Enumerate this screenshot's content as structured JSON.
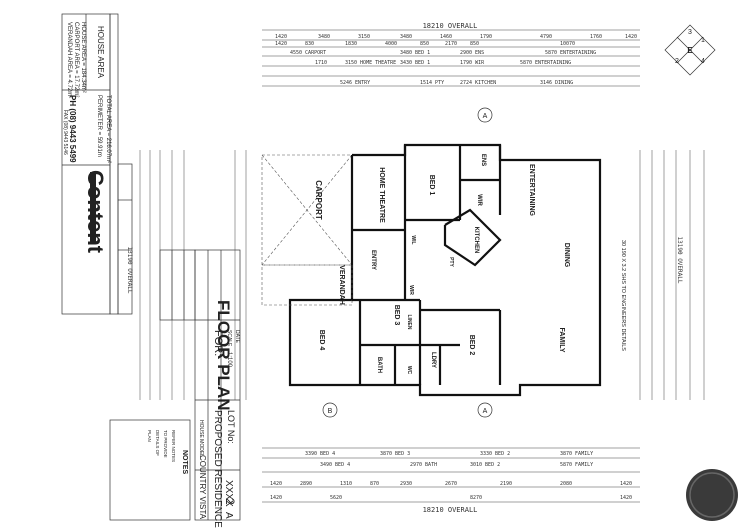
{
  "title_block": {
    "house_area_heading": "HOUSE AREA",
    "house_area": "HOUSE AREA = 184.34m²",
    "carport_area": "CARPORT AREA = 17.72m²",
    "verandah_area": "VERANDAH AREA = 4.72m²",
    "total_area": "TOTAL AREA = 216.07m²",
    "perimeter": "PERIMETER = 59.91m",
    "company": "Content",
    "phone": "PH (08) 9443 5499",
    "fax": "FAX (08) 9443 5146",
    "house_model_label": "HOUSE MODEL",
    "house_model": "COUNTRY VISTA",
    "proposed": "PROPOSED RESIDENCE @",
    "lot": "LOT No:",
    "for": "FOR:",
    "scale_label": "SCALE",
    "scale": "1:100",
    "date_label": "DATE",
    "sheet": "2",
    "rev": "A",
    "job": "XXXX"
  },
  "notes": {
    "heading": "NOTES",
    "lines": [
      "REFER NOTES",
      "TO PROVIDE",
      "DETAILS OF",
      "PLAN"
    ]
  },
  "plan_title": "FLOOR PLAN",
  "overall": {
    "top": "18210 OVERALL",
    "bottom": "18210 OVERALL",
    "left": "13190 OVERALL",
    "right": "13190 OVERALL"
  },
  "top_dims_row1": [
    "1420",
    "3480",
    "3150",
    "3480",
    "1460",
    "1790",
    "4790",
    "1760",
    "1420"
  ],
  "top_dims_row2": [
    "1420",
    "830",
    "1830",
    "4000",
    "850",
    "2170",
    "850",
    "10070"
  ],
  "top_dims_row3": [
    "4550 CARPORT",
    "3480 BED 1",
    "2900 ENS",
    "5870 ENTERTAINING"
  ],
  "top_dims_row4": [
    "1710",
    "3150 HOME THEATRE",
    "3430 BED 1",
    "1790 WIR",
    "5870 ENTERTAINING"
  ],
  "top_dims_row5": [
    "5246 ENTRY",
    "1514 PTY",
    "2724 KITCHEN",
    "3146 DINING"
  ],
  "bottom_dims_row1": [
    "3390 BED 4",
    "3870 BED 3",
    "3330 BED 2",
    "3870 FAMILY"
  ],
  "bottom_dims_row2": [
    "3490 BED 4",
    "2970 BATH",
    "3010 BED 2",
    "5870 FAMILY"
  ],
  "bottom_dims_row3": [
    "1420",
    "2890",
    "1310",
    "870",
    "2930",
    "2670",
    "2190",
    "2080",
    "1420"
  ],
  "bottom_dims_row4": [
    "1420",
    "5620",
    "8270",
    "1420"
  ],
  "rooms": [
    {
      "name": "CARPORT"
    },
    {
      "name": "HOME THEATRE"
    },
    {
      "name": "BED 1"
    },
    {
      "name": "ENS"
    },
    {
      "name": "WIR"
    },
    {
      "name": "ENTERTAINING"
    },
    {
      "name": "DINING"
    },
    {
      "name": "KITCHEN"
    },
    {
      "name": "ENTRY"
    },
    {
      "name": "VERANDAH"
    },
    {
      "name": "BED 3"
    },
    {
      "name": "BED 4"
    },
    {
      "name": "BED 2"
    },
    {
      "name": "FAMILY"
    },
    {
      "name": "BATH"
    },
    {
      "name": "LDRY"
    },
    {
      "name": "LINEN"
    },
    {
      "name": "WC"
    },
    {
      "name": "WIR"
    },
    {
      "name": "WIL"
    },
    {
      "name": "PTY"
    }
  ],
  "compass": [
    "1",
    "3",
    "E",
    "2",
    "4"
  ],
  "section_marks": [
    "A",
    "A",
    "B"
  ],
  "engineer_note": "30 190 X 3.2 SHS TO ENGINEERS DETAILS"
}
